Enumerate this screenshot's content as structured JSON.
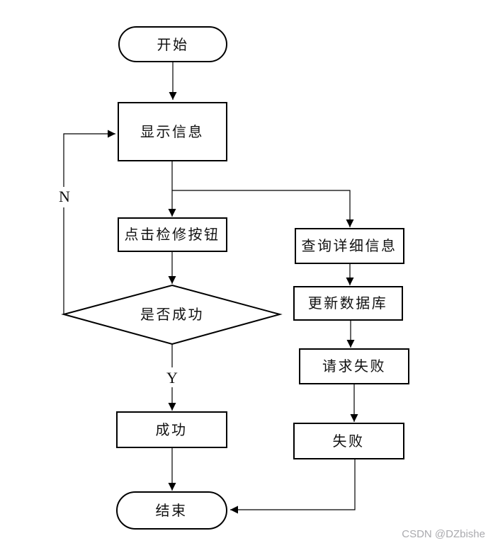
{
  "flowchart": {
    "nodes": {
      "start": {
        "label": "开始",
        "type": "terminator"
      },
      "display_info": {
        "label": "显示信息",
        "type": "process"
      },
      "click_repair_button": {
        "label": "点击检修按钮",
        "type": "process"
      },
      "is_success": {
        "label": "是否成功",
        "type": "decision"
      },
      "success": {
        "label": "成功",
        "type": "process"
      },
      "end": {
        "label": "结束",
        "type": "terminator"
      },
      "query_detail_info": {
        "label": "查询详细信息",
        "type": "process"
      },
      "update_database": {
        "label": "更新数据库",
        "type": "process"
      },
      "request_fail": {
        "label": "请求失败",
        "type": "process"
      },
      "fail": {
        "label": "失败",
        "type": "process"
      }
    },
    "edge_labels": {
      "no": "N",
      "yes": "Y"
    },
    "colors": {
      "node_stroke": "#000000",
      "node_fill": "#ffffff",
      "edge": "#000000",
      "text": "#111111",
      "background": "#ffffff"
    }
  },
  "watermark": {
    "text": "CSDN @DZbishe",
    "color": "#aaaaae"
  }
}
